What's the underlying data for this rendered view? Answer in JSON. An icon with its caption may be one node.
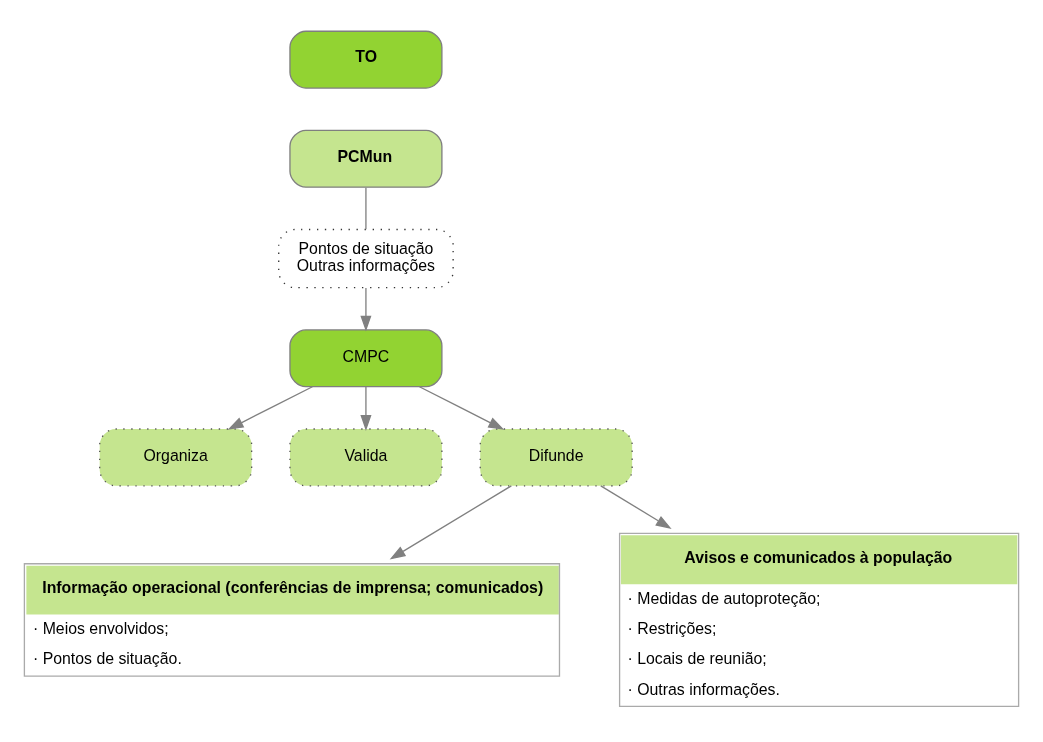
{
  "diagram": {
    "nodes": [
      {
        "text": [
          "TO"
        ]
      },
      {
        "text": [
          "PCMun"
        ]
      },
      {
        "text": [
          "Pontos de situação",
          "Outras informações"
        ]
      },
      {
        "text": [
          "CMPC"
        ]
      },
      {
        "text": [
          "Organiza"
        ]
      },
      {
        "text": [
          "Valida"
        ]
      },
      {
        "text": [
          "Difunde"
        ]
      },
      {
        "text": [
          "Informação operacional (conferências de imprensa; comunicados)",
          "· Meios envolvidos;",
          "· Pontos de situação."
        ]
      },
      {
        "text": [
          "Avisos e comunicados à população",
          "· Medidas de autoproteção;",
          "· Restrições;",
          "· Locais de reunião;",
          "· Outras informações."
        ]
      }
    ],
    "edges": [
      {
        "from": 1,
        "to": 2,
        "arrow": "none"
      },
      {
        "from": 2,
        "to": 3,
        "arrow": "to"
      },
      {
        "from": 3,
        "to": 4,
        "arrow": "to"
      },
      {
        "from": 3,
        "to": 5,
        "arrow": "to"
      },
      {
        "from": 3,
        "to": 6,
        "arrow": "to"
      },
      {
        "from": 6,
        "to": 7,
        "arrow": "to"
      },
      {
        "from": 6,
        "to": 8,
        "arrow": "to"
      }
    ]
  }
}
